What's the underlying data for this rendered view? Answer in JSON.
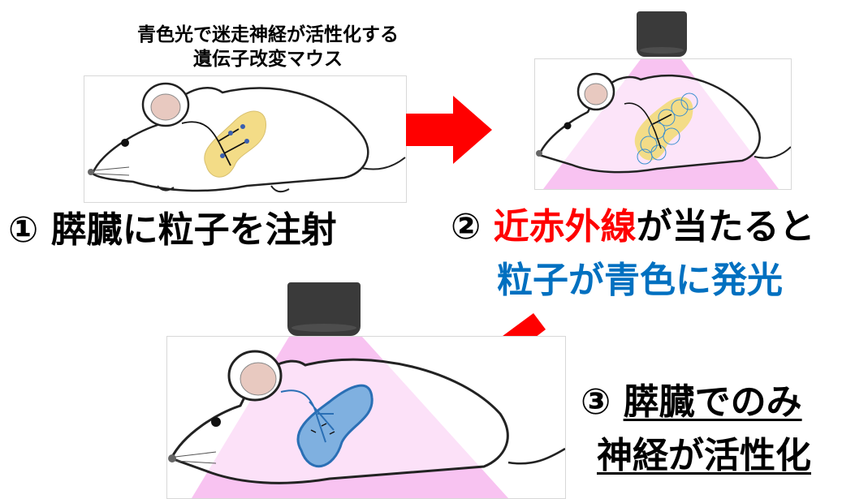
{
  "mouse_label": {
    "line1": "青色光で迷走神経が活性化する",
    "line2": "遺伝子改変マウス"
  },
  "step1": {
    "number": "①",
    "text": "膵臓に粒子を注射"
  },
  "step2": {
    "number": "②",
    "text_red": "近赤外線",
    "text_rest": "が当たると",
    "text_line2": "粒子が青色に発光"
  },
  "step3": {
    "number": "③",
    "line1": "膵臓でのみ",
    "line2": "神経が活性化"
  },
  "colors": {
    "nir_red": "#ff0000",
    "blue_text": "#0070c0",
    "light_cone": "#f7b8ee",
    "arrow_red": "#ff0000",
    "pancreas_yellow": "#f3dc87",
    "pancreas_blue": "#4a86c8"
  }
}
